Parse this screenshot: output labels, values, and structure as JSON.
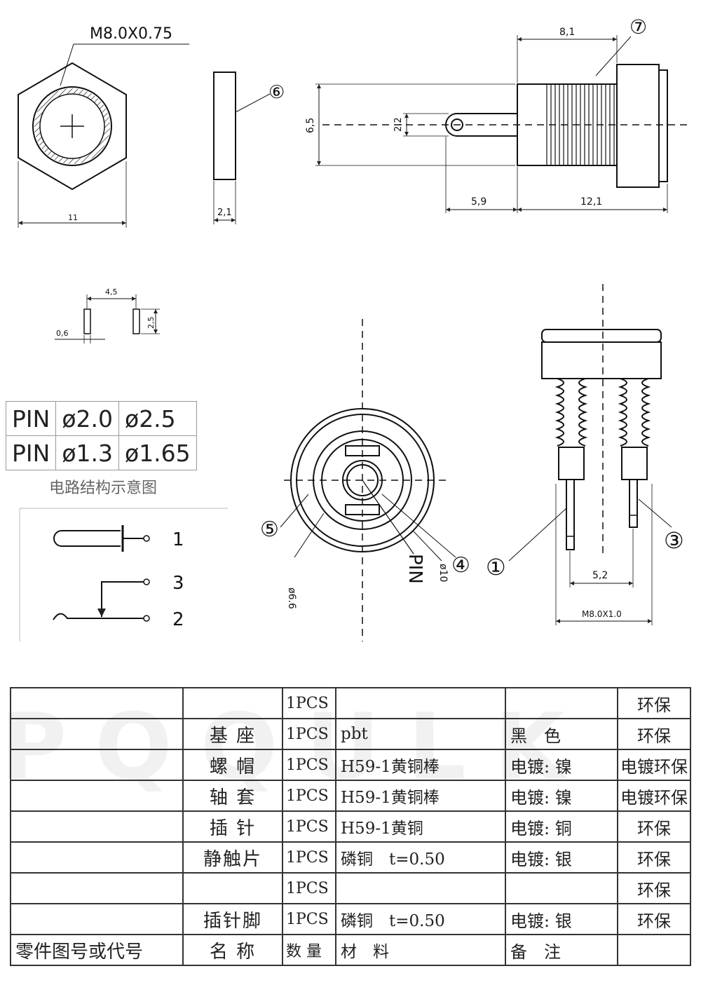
{
  "watermark": "PQQULK",
  "nut": {
    "thread": "M8.0X0.75",
    "width": "11"
  },
  "washer": {
    "thickness": "2,1",
    "callout": "⑥"
  },
  "side": {
    "length_top": "8,1",
    "height": "6,5",
    "pin_dia": "2,2",
    "pin_len": "5,9",
    "body_len": "12,1",
    "callout": "⑦"
  },
  "pins_small": {
    "spacing": "4,5",
    "width": "0,6",
    "height": "2,5"
  },
  "pin_table": {
    "rows": [
      [
        "PIN",
        "ø2.0",
        "ø2.5"
      ],
      [
        "PIN",
        "ø1.3",
        "ø1.65"
      ]
    ]
  },
  "circuit": {
    "caption": "电路结构示意图",
    "labels": [
      "1",
      "3",
      "2"
    ]
  },
  "front": {
    "d_inner": "ø6.6",
    "d_outer": "ø10",
    "pin_label": "PIN",
    "callouts": [
      "⑤",
      "④",
      "①"
    ]
  },
  "bottom": {
    "spacing": "5,2",
    "thread": "M8.0X1.0",
    "callout": "③"
  },
  "table": {
    "rows": [
      [
        "",
        "",
        "1PCS",
        "",
        "",
        "环保"
      ],
      [
        "",
        "基 座",
        "1PCS",
        "pbt",
        "黑　色",
        "环保"
      ],
      [
        "",
        "螺 帽",
        "1PCS",
        "H59-1黄铜棒",
        "电镀: 镍",
        "电镀环保"
      ],
      [
        "",
        "轴 套",
        "1PCS",
        "H59-1黄铜棒",
        "电镀: 镍",
        "电镀环保"
      ],
      [
        "",
        "插 针",
        "1PCS",
        "H59-1黄铜",
        "电镀: 铜",
        "环保"
      ],
      [
        "",
        "静触片",
        "1PCS",
        "磷铜　t=0.50",
        "电镀: 银",
        "环保"
      ],
      [
        "",
        "",
        "1PCS",
        "",
        "",
        "环保"
      ],
      [
        "",
        "插针脚",
        "1PCS",
        "磷铜　t=0.50",
        "电镀: 银",
        "环保"
      ]
    ],
    "header": [
      "零件图号或代号",
      "名 称",
      "数 量",
      "材　料",
      "备　注",
      ""
    ]
  }
}
